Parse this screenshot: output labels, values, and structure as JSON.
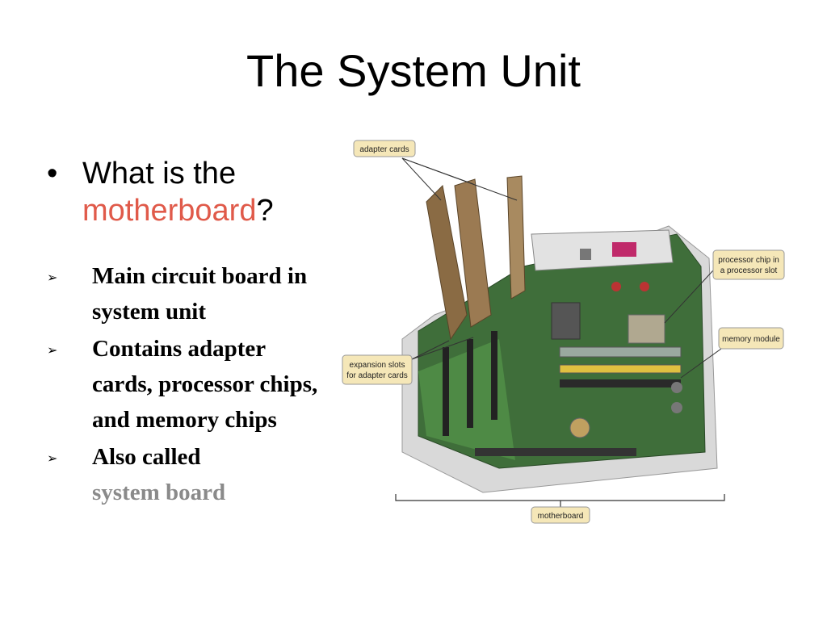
{
  "slide": {
    "title": "The System Unit",
    "bullet": {
      "text_before": "What is the",
      "highlight": "motherboard",
      "text_after": "?",
      "highlight_color": "#e05a4a"
    },
    "subpoints": [
      {
        "text": "Main circuit board in system unit",
        "rich": false
      },
      {
        "text": "Contains adapter cards, processor chips, and memory chips",
        "rich": false
      },
      {
        "text_plain": "Also called",
        "text_gray": "system board",
        "rich": true
      }
    ]
  },
  "figure": {
    "callouts": {
      "adapter_cards": "adapter cards",
      "processor_line1": "processor chip in",
      "processor_line2": "a processor slot",
      "memory_module": "memory module",
      "expansion_line1": "expansion slots",
      "expansion_line2": "for adapter cards",
      "motherboard": "motherboard"
    },
    "callout_color": "#f5e7b8"
  }
}
